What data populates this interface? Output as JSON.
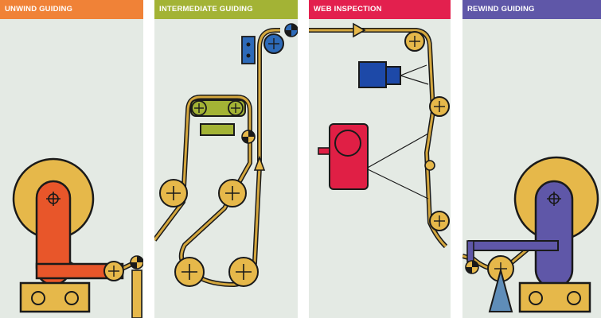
{
  "panels": [
    {
      "title": "UNWIND GUIDING",
      "color": "#f08237"
    },
    {
      "title": "INTERMEDIATE GUIDING",
      "color": "#a3b335"
    },
    {
      "title": "WEB INSPECTION",
      "color": "#e3204e"
    },
    {
      "title": "REWIND GUIDING",
      "color": "#5f57a8"
    }
  ],
  "colors": {
    "web": "#d4a73e",
    "roller": "#e6b84a",
    "outline": "#1a1a1a",
    "sensor": "#2d6ab8",
    "unwind_arm": "#e8562a",
    "intermediate_frame": "#a3b335",
    "camera": "#1d49a8",
    "light": "#e01f45",
    "rewind_arm": "#5f57a8",
    "panel_bg": "#e4eae4"
  },
  "icons": [
    "roller-icon",
    "sensor-icon",
    "camera-icon",
    "light-source-icon",
    "guide-arm-icon",
    "base-icon"
  ]
}
